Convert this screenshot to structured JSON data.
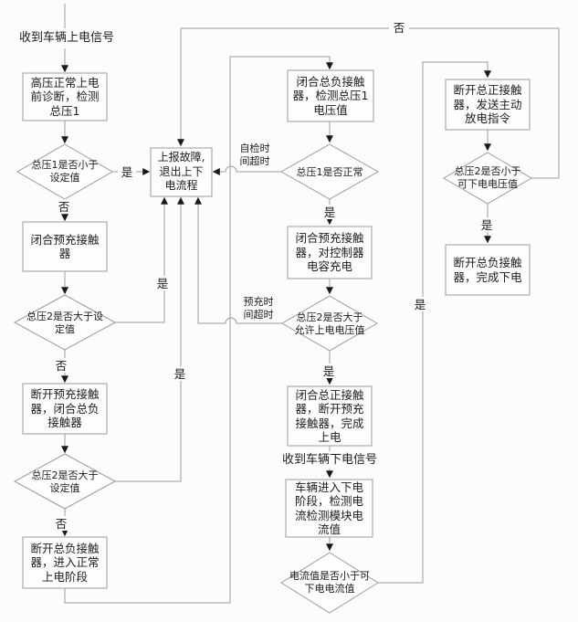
{
  "colors": {
    "background": "#fcfcfc",
    "line": "#9b9b9b",
    "box_border": "#9b9b9b",
    "arrowhead": "#1a1a1a",
    "text": "#1c1c1c"
  },
  "diagram": {
    "type": "flowchart",
    "boxes": {
      "pre_diagnosis": "高压正常上电\n前诊断，检测\n总压1",
      "close_precharge": "闭合预充接触\n器",
      "open_precharge_close_neg": "断开预充接触\n器，闭合总负\n接触器",
      "open_neg_enter_normal": "断开总负接触\n器，进入正常\n上电阶段",
      "report_fault": "上报故障,\n退出上下\n电流程",
      "close_neg_detect_v1": "闭合总负接触\n器，检测总压1\n电压值",
      "close_precharge_charge_cap": "闭合预充接触\n器，对控制器\n电容充电",
      "close_pos_complete_power_on": "闭合总正接触\n器，断开预充\n接触器，完成\n上电",
      "enter_power_down_detect_current": "车辆进入下电\n阶段，检测电\n流检测模块电\n流值",
      "open_pos_send_discharge": "断开总正接触\n器，发送主动\n放电指令",
      "open_neg_complete_power_off": "断开总负接触\n器，完成下电"
    },
    "decisions": {
      "v1_below_set": "总压1是否小于\n设定值",
      "v2_above_set_1": "总压2是否大于设\n定值",
      "v2_above_set_2": "总压2是否大于\n设定值",
      "v1_normal": "总压1是否正常",
      "v2_above_allowed": "总压2是否大于\n允许上电电压值",
      "current_below_threshold": "电流值是否小于可\n下电电流值",
      "v2_below_dischargeable": "总压2是否小于\n可下电电压值"
    },
    "flow_labels": {
      "power_on_signal": "收到车辆上电信号",
      "power_off_signal": "收到车辆下电信号"
    },
    "edge_labels": {
      "yes": "是",
      "no": "否",
      "self_check_timeout": "自检时\n间超时",
      "precharge_timeout": "预充时\n间超时"
    }
  }
}
